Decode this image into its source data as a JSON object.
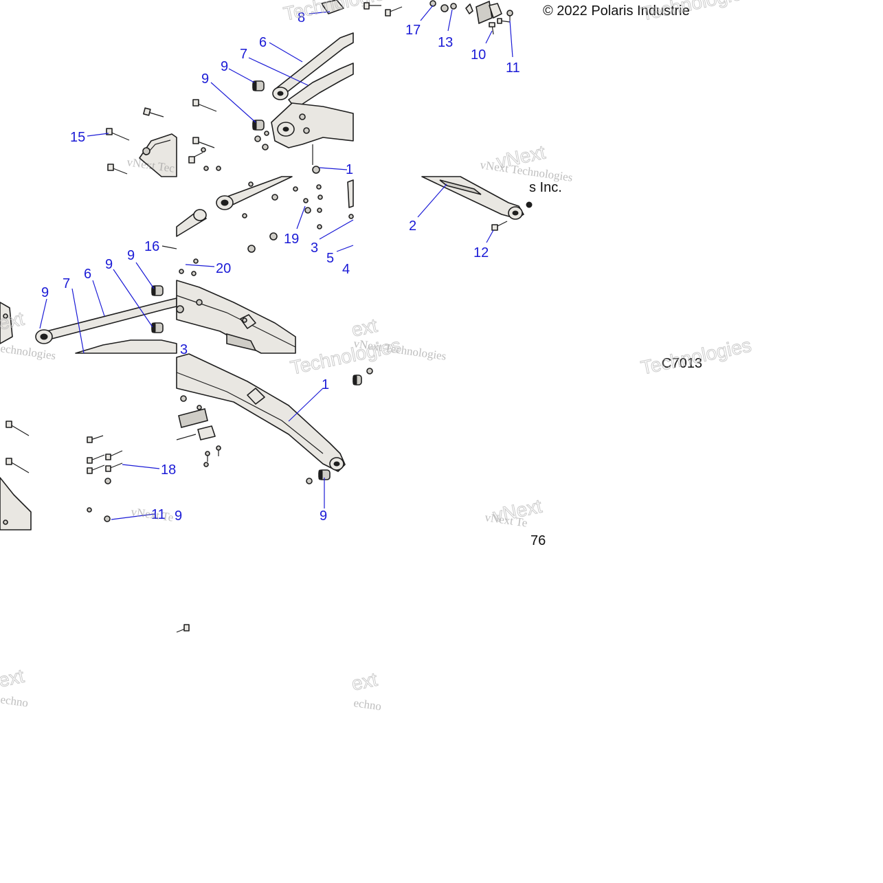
{
  "copyright": "© 2022 Polaris Industrie",
  "copyright_fragment": "s Inc.",
  "diagram_code": "C7013",
  "page_fragment": "76",
  "watermarks": {
    "line1": "vNext Technologies",
    "brand": "vNext",
    "tech": "Technologies",
    "frag_tec": "vNext Tec",
    "frag_tech": "vNext Te",
    "frag_nologies": "echnologies",
    "frag_chno": "echno",
    "frag_ext": "ext"
  },
  "callouts": {
    "c1": "1",
    "c2": "2",
    "c3": "3",
    "c3b": "3",
    "c4": "4",
    "c5": "5",
    "c6a": "6",
    "c6b": "6",
    "c7a": "7",
    "c7b": "7",
    "c8": "8",
    "c9a": "9",
    "c9b": "9",
    "c9c": "9",
    "c9d": "9",
    "c9e": "9",
    "c9f": "9",
    "c9g": "9",
    "c10": "10",
    "c11a": "11",
    "c11b": "11",
    "c12": "12",
    "c13": "13",
    "c15": "15",
    "c16": "16",
    "c17": "17",
    "c18": "18",
    "c19": "19",
    "c20": "20",
    "c1frag": "1"
  },
  "colors": {
    "callout": "#1a1ad6",
    "line": "#1e1e1e",
    "part_fill": "#e9e7e2"
  }
}
